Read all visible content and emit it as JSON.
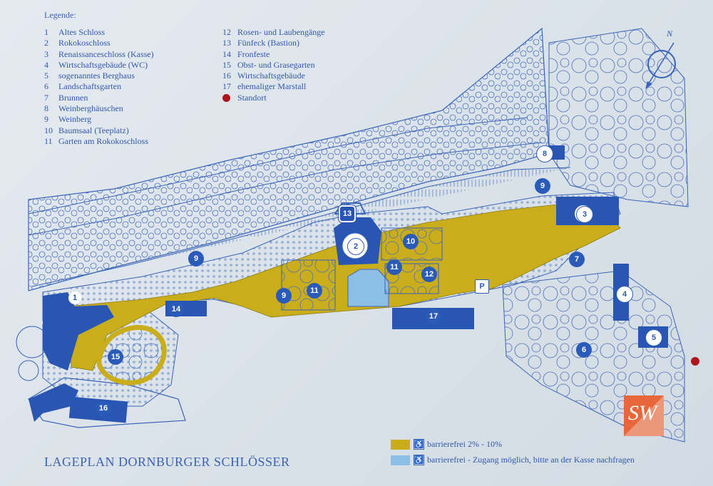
{
  "legend": {
    "title": "Legende:",
    "items_left": [
      {
        "num": "1",
        "label": "Altes Schloss"
      },
      {
        "num": "2",
        "label": "Rokokoschloss"
      },
      {
        "num": "3",
        "label": "Renaissanceschloss (Kasse)"
      },
      {
        "num": "4",
        "label": "Wirtschaftsgebäude (WC)"
      },
      {
        "num": "5",
        "label": "sogenanntes Berghaus"
      },
      {
        "num": "6",
        "label": "Landschaftsgarten"
      },
      {
        "num": "7",
        "label": "Brunnen"
      },
      {
        "num": "8",
        "label": "Weinberghäuschen"
      },
      {
        "num": "9",
        "label": "Weinberg"
      },
      {
        "num": "10",
        "label": "Baumsaal (Teeplatz)"
      },
      {
        "num": "11",
        "label": "Garten am Rokokoschloss"
      }
    ],
    "items_right": [
      {
        "num": "12",
        "label": "Rosen- und Laubengänge"
      },
      {
        "num": "13",
        "label": "Fünfeck (Bastion)"
      },
      {
        "num": "14",
        "label": "Fronfeste"
      },
      {
        "num": "15",
        "label": "Obst- und Grasegarten"
      },
      {
        "num": "16",
        "label": "Wirtschaftsgebäude"
      },
      {
        "num": "17",
        "label": "ehemaliger Marstall"
      }
    ],
    "standort": {
      "label": "Standort",
      "color": "#b0151c"
    }
  },
  "plan_title": "LAGEPLAN DORNBURGER SCHLÖSSER",
  "compass": {
    "label": "N"
  },
  "accessibility": [
    {
      "label": "barrierefrei 2% - 10%",
      "color": "#c9ad1a"
    },
    {
      "label": "barrierefrei - Zugang möglich, bitte an der Kasse nachfragen",
      "color": "#8bbfe6"
    }
  ],
  "markers": [
    "1",
    "2",
    "3",
    "4",
    "5",
    "6",
    "7",
    "8",
    "9",
    "9",
    "9",
    "10",
    "11",
    "11",
    "12",
    "13",
    "14",
    "15",
    "16",
    "17"
  ],
  "parking": "P",
  "logo": {
    "text": "SW"
  },
  "colors": {
    "building": "#2956b3",
    "path": "#c9ad1a",
    "linework": "#3a64b8",
    "background": "#dfe6ec"
  }
}
